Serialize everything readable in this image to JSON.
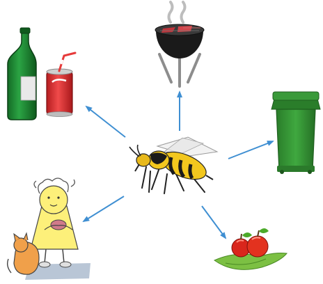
{
  "diagram": {
    "center": {
      "icon": "wasp-icon"
    },
    "targets": [
      {
        "id": "bottle-and-soda-can",
        "icon": "bottle-and-can-icon"
      },
      {
        "id": "barbecue-grill",
        "icon": "grill-icon"
      },
      {
        "id": "green-trash-bin",
        "icon": "trash-bin-icon"
      },
      {
        "id": "girl-eating-with-cat",
        "icon": "girl-with-cat-icon"
      },
      {
        "id": "apples-on-leaf",
        "icon": "apples-icon"
      }
    ],
    "arrow_color": "#3f8fd2"
  },
  "colors": {
    "background": "#ffffff",
    "bottle_green": "#1e8a34",
    "can_red": "#d8262b",
    "grill_black": "#1a1a1a",
    "bin_green": "#2f8f2f",
    "wasp_yellow": "#f2c71e",
    "apple_red": "#d9261c",
    "leaf_green": "#7cc043",
    "girl_yellow": "#fdf07a",
    "cat_orange": "#f0a04a"
  }
}
